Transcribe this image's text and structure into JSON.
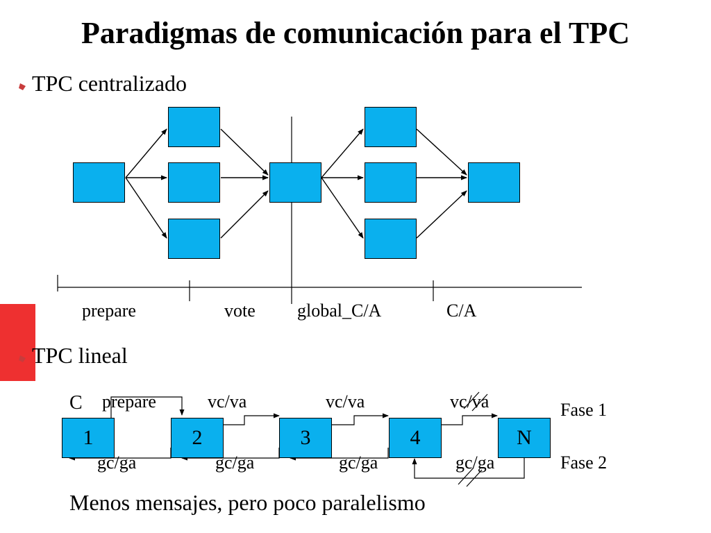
{
  "title": "Paradigmas de comunicación para el TPC",
  "colors": {
    "node": "#0ab0ee",
    "accent": "#ee3030"
  },
  "centralized": {
    "heading": "TPC centralizado",
    "phases": [
      "prepare",
      "vote",
      "global_C/A",
      "C/A"
    ]
  },
  "linear": {
    "heading": "TPC lineal",
    "coordinator": "C",
    "nodes": [
      "1",
      "2",
      "3",
      "4",
      "N"
    ],
    "forward_labels": [
      "prepare",
      "vc/va",
      "vc/va",
      "vc/va"
    ],
    "backward_labels": [
      "gc/ga",
      "gc/ga",
      "gc/ga",
      "gc/ga"
    ],
    "phase_labels": [
      "Fase 1",
      "Fase 2"
    ]
  },
  "footer": "Menos mensajes, pero poco paralelismo"
}
